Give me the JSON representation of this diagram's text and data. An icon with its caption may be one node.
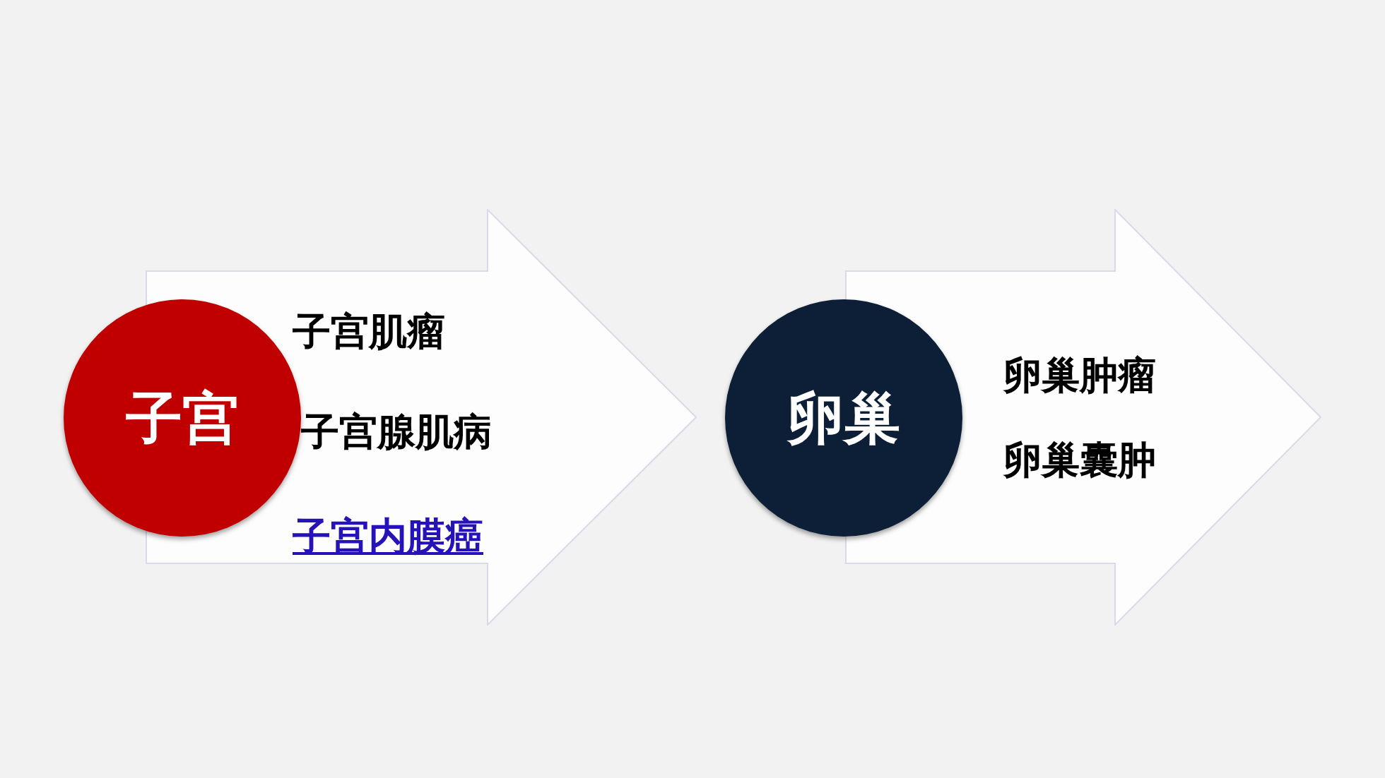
{
  "diagram": {
    "nodes": [
      {
        "text": [
          "子宫"
        ]
      },
      {
        "text": [
          "子宫肌瘤",
          "子宫腺肌病",
          "子宫内膜癌"
        ]
      },
      {
        "text": [
          "卵巢"
        ]
      },
      {
        "text": [
          "卵巢肿瘤",
          "卵巢囊肿"
        ]
      }
    ]
  }
}
